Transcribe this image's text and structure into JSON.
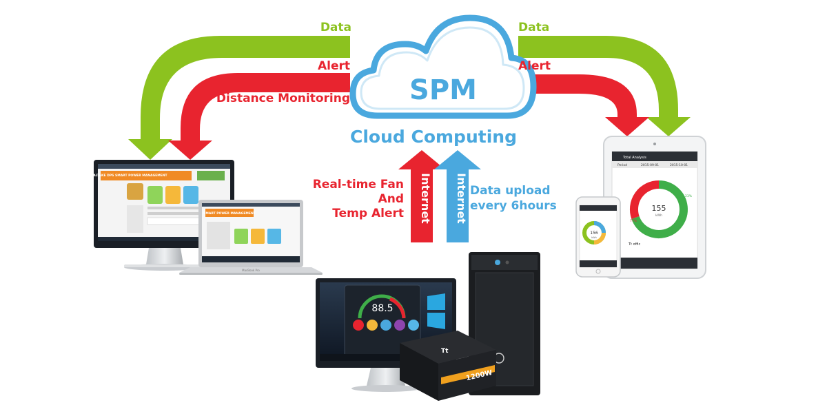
{
  "colors": {
    "green": "#8cc21f",
    "red": "#e8242f",
    "blue": "#4aa8de",
    "dark": "#222222"
  },
  "cloud": {
    "title": "SPM",
    "subtitle": "Cloud Computing"
  },
  "left_flow": {
    "data_label": "Data",
    "alert_label": "Alert",
    "monitoring_label": "Distance Monitoring"
  },
  "right_flow": {
    "data_label": "Data",
    "alert_label": "Alert"
  },
  "uplink": {
    "red_note_lines": [
      "Real-time Fan",
      "And",
      "Temp Alert"
    ],
    "red_arrow_text": "Internet",
    "blue_arrow_text": "Internet",
    "blue_note_lines": [
      "Data upload",
      "every 6hours"
    ]
  },
  "devices": {
    "desktop_monitor": {
      "header": "THERMALTAKE DPS SMART POWER MANAGEMENT"
    },
    "laptop": {
      "header": "SMART POWER MANAGEMENT",
      "base_label": "MacBook Pro"
    },
    "tablet": {
      "title": "Total Analysis",
      "period_label": "Period",
      "period_from": "2015-09-01",
      "period_to": "2015-10-01",
      "donut_value": "155",
      "donut_unit": "kWh",
      "pct_a": "23%",
      "pct_b": "77%"
    },
    "phone": {
      "donut_value": "156",
      "donut_unit": "kWh",
      "label": "Tt offic"
    },
    "pc_monitor": {
      "gauge_value": "88.5"
    },
    "psu": {
      "wattage": "1200W",
      "brand": "Tt"
    }
  }
}
